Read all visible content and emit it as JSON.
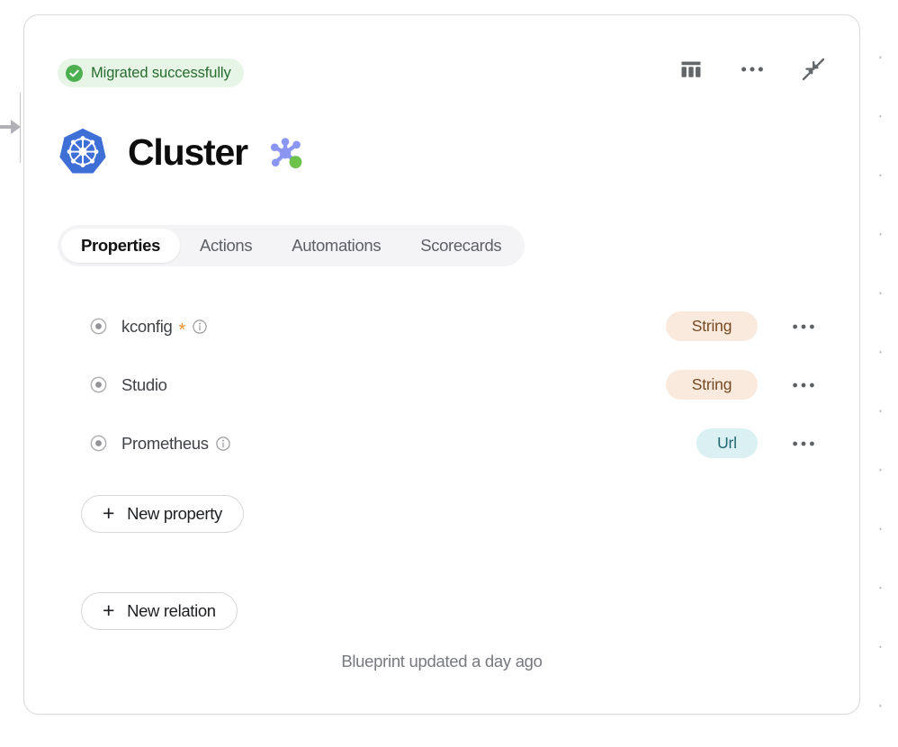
{
  "status": {
    "icon": "check-circle-icon",
    "label": "Migrated successfully",
    "bg_color": "#e7f5e7",
    "text_color": "#276c30",
    "accent_color": "#4caf50"
  },
  "header_actions": [
    {
      "icon": "table-columns-icon",
      "name": "table-view-button"
    },
    {
      "icon": "ellipsis-icon",
      "name": "more-options-button"
    },
    {
      "icon": "collapse-arrows-icon",
      "name": "collapse-button"
    }
  ],
  "title": {
    "logo_icon": "kubernetes-logo-icon",
    "text": "Cluster",
    "badge_icon": "node-graph-icon",
    "logo_color": "#3d6fd7",
    "graph_color": "#8b95f2",
    "graph_status_color": "#6cc24a"
  },
  "tabs": [
    {
      "label": "Properties",
      "active": true
    },
    {
      "label": "Actions",
      "active": false
    },
    {
      "label": "Automations",
      "active": false
    },
    {
      "label": "Scorecards",
      "active": false
    }
  ],
  "properties": [
    {
      "icon": "radio-dot-icon",
      "name": "kconfig",
      "required": true,
      "required_marker": "*",
      "has_info": true,
      "type": "String",
      "type_style": "string",
      "menu_icon": "ellipsis-icon"
    },
    {
      "icon": "radio-dot-icon",
      "name": "Studio",
      "required": false,
      "required_marker": "",
      "has_info": false,
      "type": "String",
      "type_style": "string",
      "menu_icon": "ellipsis-icon"
    },
    {
      "icon": "radio-dot-icon",
      "name": "Prometheus",
      "required": false,
      "required_marker": "",
      "has_info": true,
      "type": "Url",
      "type_style": "url",
      "menu_icon": "ellipsis-icon"
    }
  ],
  "buttons": {
    "new_property": {
      "label": "New property",
      "icon": "plus-icon"
    },
    "new_relation": {
      "label": "New relation",
      "icon": "plus-icon"
    }
  },
  "footer": {
    "note": "Blueprint updated a day ago"
  },
  "colors": {
    "string_chip_bg": "#faeade",
    "string_chip_text": "#744a22",
    "url_chip_bg": "#dbf0f2",
    "url_chip_text": "#1f6772",
    "required_star": "#e9912f",
    "card_border": "#d9d9de",
    "canvas_dot": "#b9b9bd"
  }
}
